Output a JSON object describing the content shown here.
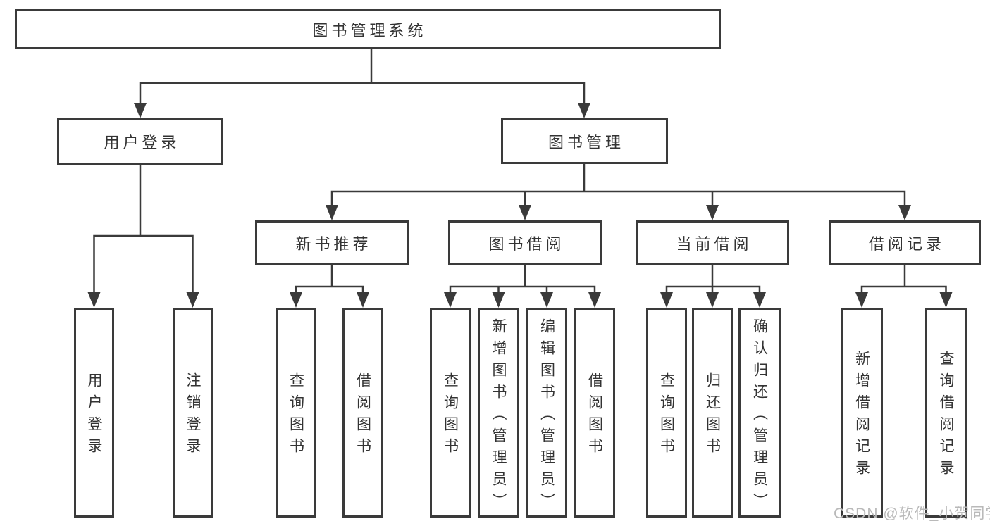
{
  "diagram": {
    "type": "hierarchy",
    "root": {
      "label": "图书管理系统"
    },
    "level2": {
      "user_login": {
        "label": "用户登录"
      },
      "book_management": {
        "label": "图书管理"
      }
    },
    "level3": {
      "new_books": {
        "label": "新书推荐"
      },
      "borrow": {
        "label": "图书借阅"
      },
      "current": {
        "label": "当前借阅"
      },
      "records": {
        "label": "借阅记录"
      }
    },
    "level4": {
      "user_login": [
        "用户登录",
        "注销登录"
      ],
      "new_books": [
        "查询图书",
        "借阅图书"
      ],
      "borrow": [
        "查询图书",
        "新增图书（管理员）",
        "编辑图书（管理员）",
        "借阅图书"
      ],
      "current": [
        "查询图书",
        "归还图书",
        "确认归还（管理员）"
      ],
      "records": [
        "新增借阅记录",
        "查询借阅记录"
      ]
    }
  },
  "colors": {
    "line": "#3a3a3a",
    "border": "#3a3a3a",
    "text": "#333333",
    "watermark": "#b9b9b9",
    "background": "#ffffff"
  },
  "watermark": {
    "text": "CSDN @软件_小贺同学"
  }
}
